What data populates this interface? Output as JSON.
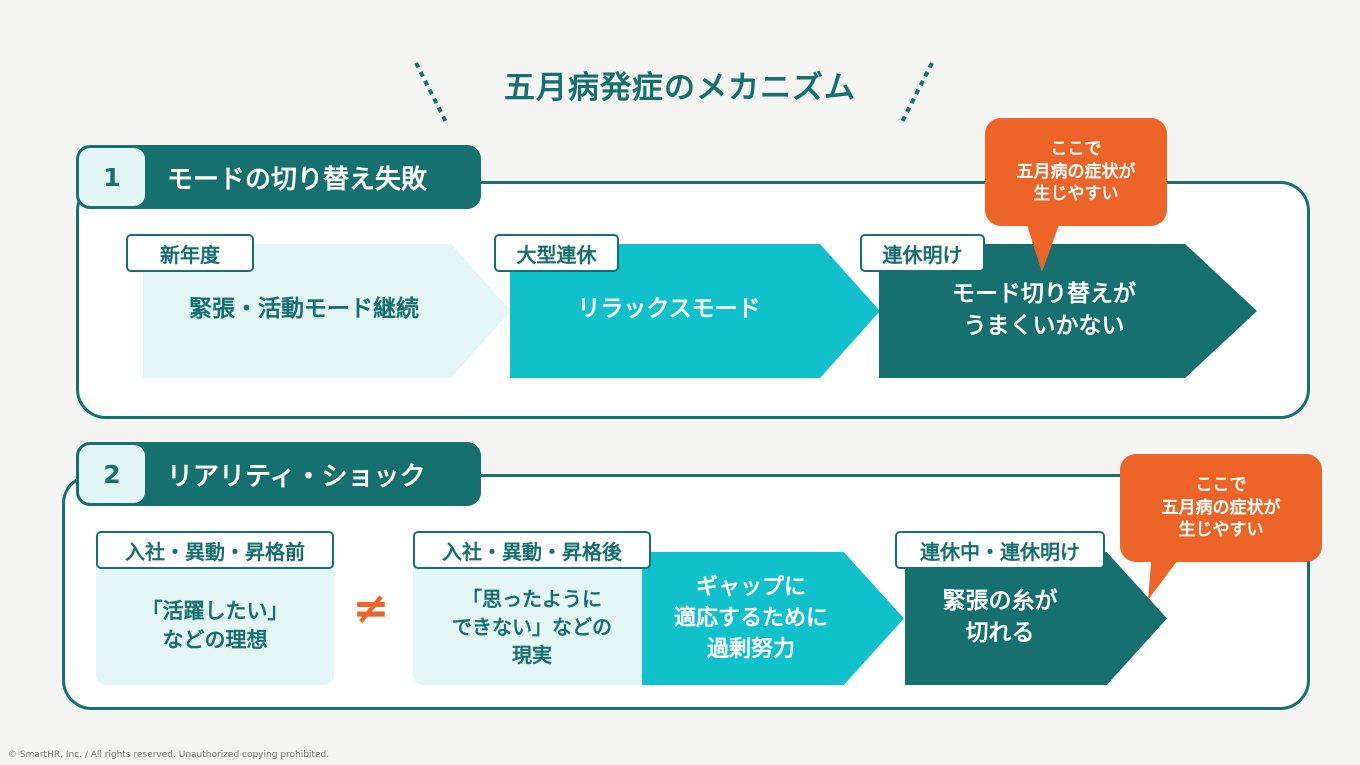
{
  "title": "五月病発症のメカニズム",
  "colors": {
    "dark": "#16706f",
    "mid": "#10c1cc",
    "light": "#e3f5f5",
    "accent": "#ec6427",
    "background": "#f4f4f2"
  },
  "section1": {
    "number": "1",
    "title": "モードの切り替え失敗",
    "steps": [
      {
        "tag": "新年度",
        "text": "緊張・活動モード継続"
      },
      {
        "tag": "大型連休",
        "text": "リラックスモード"
      },
      {
        "tag": "連休明け",
        "line1": "モード切り替えが",
        "line2": "うまくいかない"
      }
    ],
    "callout": {
      "line1": "ここで",
      "line2": "五月病の症状が",
      "line3": "生じやすい"
    }
  },
  "section2": {
    "number": "2",
    "title": "リアリティ・ショック",
    "before": {
      "tag": "入社・異動・昇格前",
      "line1": "「活躍したい」",
      "line2": "などの理想"
    },
    "not_equal": "≠",
    "after": {
      "tag": "入社・異動・昇格後",
      "line1": "「思ったように",
      "line2": "できない」などの",
      "line3": "現実"
    },
    "effort": {
      "line1": "ギャップに",
      "line2": "適応するために",
      "line3": "過剰努力"
    },
    "result": {
      "tag": "連休中・連休明け",
      "line1": "緊張の糸が",
      "line2": "切れる"
    },
    "callout": {
      "line1": "ここで",
      "line2": "五月病の症状が",
      "line3": "生じやすい"
    }
  },
  "footer": "© SmartHR, Inc. / All rights reserved. Unauthorized copying prohibited."
}
